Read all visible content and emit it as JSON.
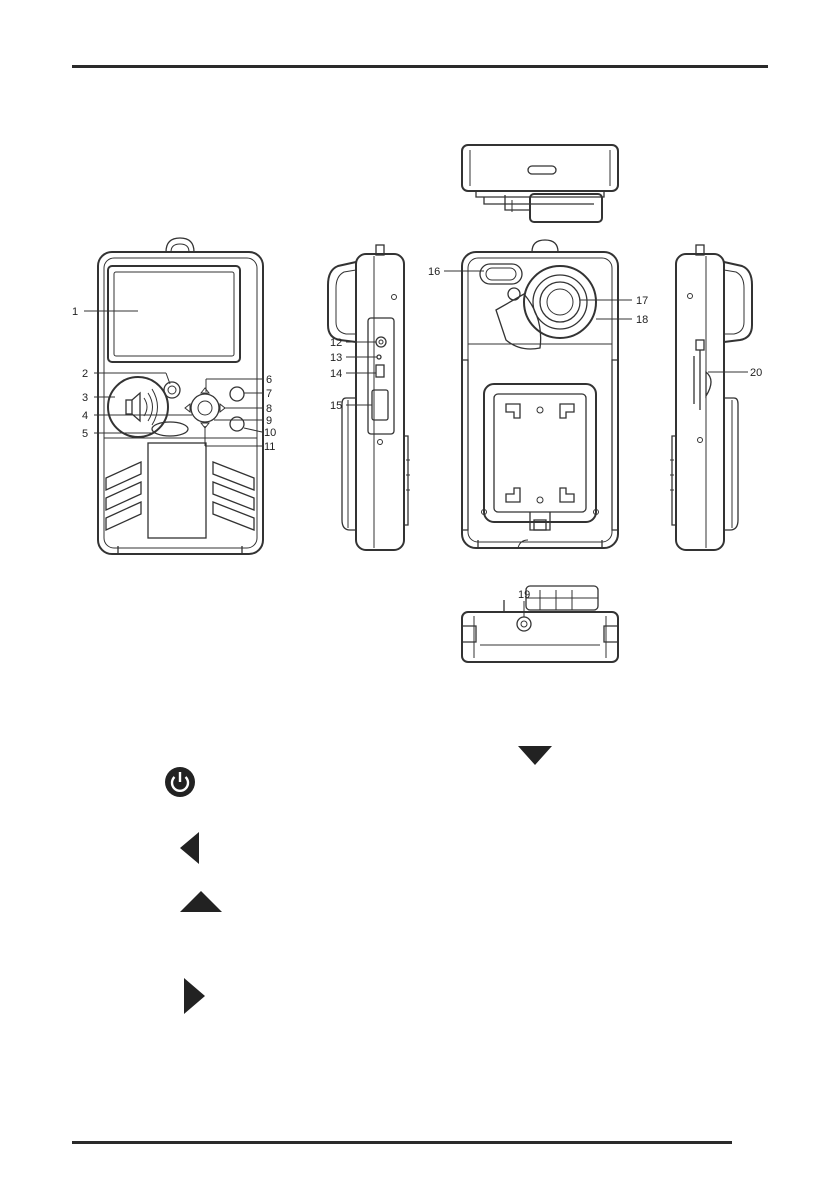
{
  "callouts": [
    "1",
    "2",
    "3",
    "4",
    "5",
    "6",
    "7",
    "8",
    "9",
    "10",
    "11",
    "12",
    "13",
    "14",
    "15",
    "16",
    "17",
    "18",
    "19",
    "20"
  ],
  "icons": [
    {
      "name": "power-icon"
    },
    {
      "name": "triangle-down-icon"
    },
    {
      "name": "triangle-left-icon"
    },
    {
      "name": "triangle-up-icon"
    },
    {
      "name": "triangle-right-icon"
    }
  ],
  "colors": {
    "ink": "#222222",
    "background": "#ffffff"
  }
}
